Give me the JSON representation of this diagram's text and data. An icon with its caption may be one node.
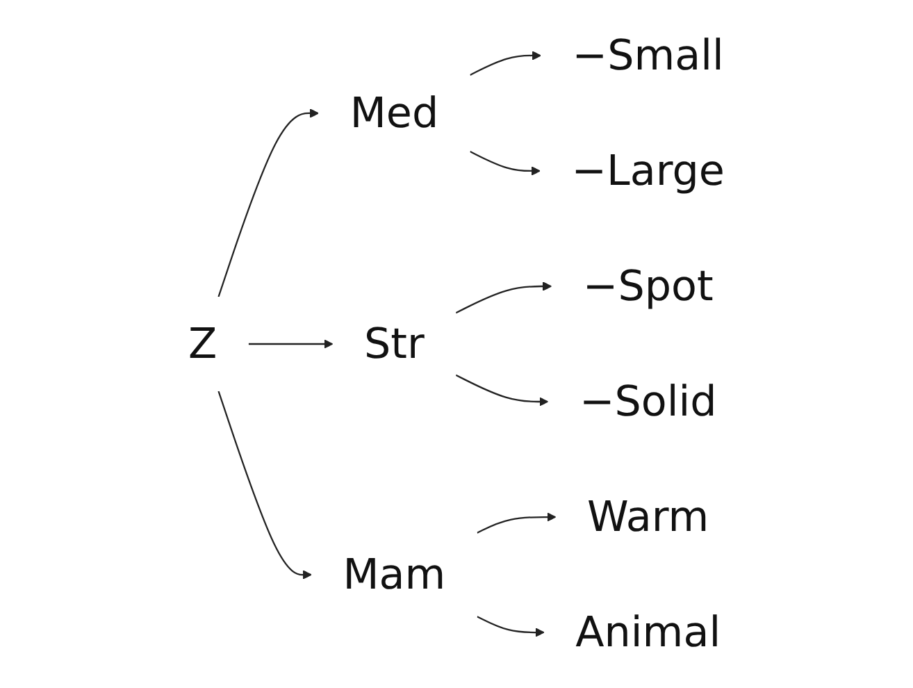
{
  "diagram": {
    "nodes": [
      {
        "text": [
          "Z"
        ]
      },
      {
        "text": [
          "Med"
        ]
      },
      {
        "text": [
          "Str"
        ]
      },
      {
        "text": [
          "Mam"
        ]
      },
      {
        "text": [
          "−Small"
        ]
      },
      {
        "text": [
          "−Large"
        ]
      },
      {
        "text": [
          "−Spot"
        ]
      },
      {
        "text": [
          "−Solid"
        ]
      },
      {
        "text": [
          "Warm"
        ]
      },
      {
        "text": [
          "Animal"
        ]
      }
    ],
    "edges": [
      {
        "from": 0,
        "to": 1,
        "arrow": "to"
      },
      {
        "from": 0,
        "to": 2,
        "arrow": "to"
      },
      {
        "from": 0,
        "to": 3,
        "arrow": "to"
      },
      {
        "from": 1,
        "to": 4,
        "arrow": "to"
      },
      {
        "from": 1,
        "to": 5,
        "arrow": "to"
      },
      {
        "from": 2,
        "to": 6,
        "arrow": "to"
      },
      {
        "from": 2,
        "to": 7,
        "arrow": "to"
      },
      {
        "from": 3,
        "to": 8,
        "arrow": "to"
      },
      {
        "from": 3,
        "to": 9,
        "arrow": "to"
      }
    ]
  }
}
